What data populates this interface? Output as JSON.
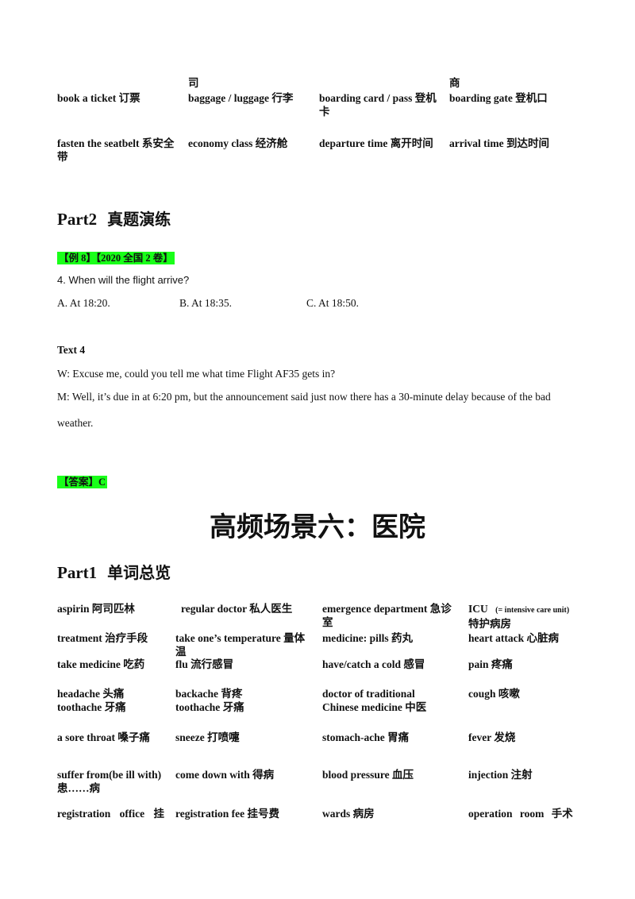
{
  "top_vocab": [
    {
      "text": "司",
      "pos": "r0c2"
    },
    {
      "text": "商",
      "pos": "r0c4"
    },
    {
      "text": "book a ticket 订票",
      "pos": "r1c1"
    },
    {
      "text": "baggage / luggage 行李",
      "pos": "r1c2"
    },
    {
      "text": "boarding card / pass 登机卡",
      "pos": "r1c3"
    },
    {
      "text": "boarding gate 登机口",
      "pos": "r1c4"
    },
    {
      "text": "fasten the seatbelt 系安全带",
      "pos": "r2c1"
    },
    {
      "text": "economy class 经济舱",
      "pos": "r2c2"
    },
    {
      "text": "departure time 离开时间",
      "pos": "r2c3"
    },
    {
      "text": "arrival time 到达时间",
      "pos": "r2c4"
    }
  ],
  "part2": {
    "heading_en": "Part2",
    "heading_zh": "真题演练",
    "example_tag": "【例 8】【2020 全国 2 卷】",
    "question": "4. When will the flight arrive?",
    "options": [
      "A. At 18:20.",
      "B. At 18:35.",
      "C. At 18:50."
    ],
    "text_label": "Text 4",
    "dialogue": [
      "W: Excuse me, could you tell me what time Flight AF35 gets in?",
      "M: Well, it’s due in at 6:20 pm, but the announcement said just now there has a 30-minute delay because of the bad",
      "weather."
    ],
    "answer": "【答案】C"
  },
  "section_title": "高频场景六：医院",
  "part1": {
    "heading_en": "Part1",
    "heading_zh": "单词总览",
    "rows": [
      [
        "aspirin 阿司匹林",
        "regular doctor 私人医生",
        "emergence department 急诊室",
        "ICU",
        "(= intensive care unit)",
        "特护病房"
      ],
      [
        "treatment 治疗手段",
        "take one’s temperature 量体温",
        "medicine: pills 药丸",
        "heart attack 心脏病"
      ],
      [
        "take medicine 吃药",
        "flu 流行感冒",
        "have/catch a cold 感冒",
        "pain 疼痛"
      ],
      [
        "headache 头痛",
        "toothache 牙痛",
        "backache 背疼",
        "toothache 牙痛",
        "doctor of traditional",
        "Chinese medicine 中医",
        "cough 咳嗽"
      ],
      [
        "a sore throat 嗓子痛",
        "sneeze 打喷嚏",
        "stomach-ache 胃痛",
        "fever 发烧"
      ],
      [
        "suffer from(be ill with) 患……病",
        "come down with 得病",
        "blood pressure 血压",
        "injection 注射"
      ],
      [
        "registration office 挂",
        "registration fee 挂号费",
        "wards 病房",
        "operation room 手术"
      ]
    ]
  }
}
